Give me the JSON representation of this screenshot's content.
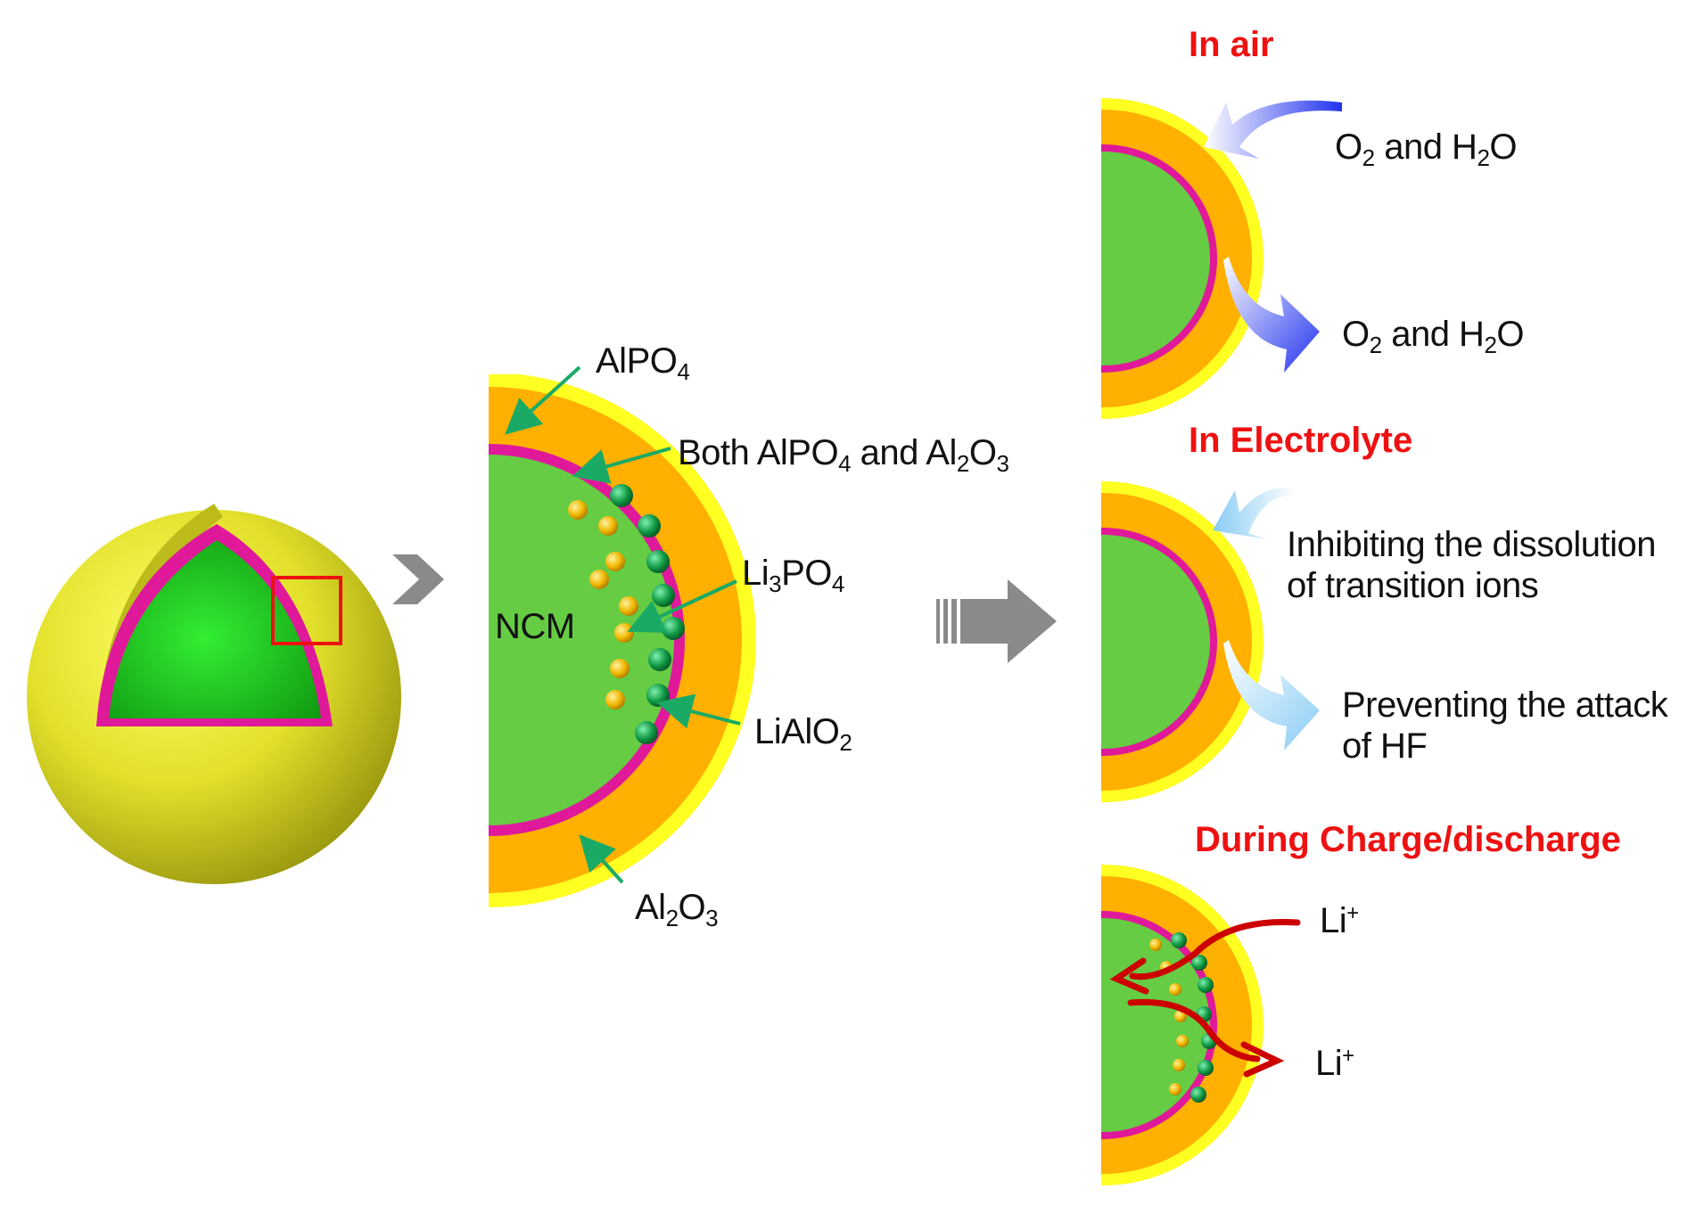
{
  "headers": {
    "in_air": "In air",
    "in_electrolyte": "In Electrolyte",
    "during_charge": "During Charge/discharge"
  },
  "labels": {
    "ncm": "NCM",
    "alpo4": [
      "AlPO",
      "4"
    ],
    "both": [
      "Both AlPO",
      "4",
      " and Al",
      "2",
      "O",
      "3"
    ],
    "li3po4": [
      "Li",
      "3",
      "PO",
      "4"
    ],
    "lialo2": [
      "LiAlO",
      "2"
    ],
    "al2o3": [
      "Al",
      "2",
      "O",
      "3"
    ],
    "o2h2o_top": [
      "O",
      "2",
      " and H",
      "2",
      "O"
    ],
    "o2h2o_bottom": [
      "O",
      "2",
      " and H",
      "2",
      "O"
    ],
    "inhibit_line1": "Inhibiting the dissolution",
    "inhibit_line2": "of transition ions",
    "prevent_line1": "Preventing the attack",
    "prevent_line2": "of HF",
    "li_in": [
      "Li",
      "+"
    ],
    "li_out": [
      "Li",
      "+"
    ]
  },
  "colors": {
    "core_green": "#66cc44",
    "pink_layer": "#e0189a",
    "orange_layer": "#ffb000",
    "yellow_shell": "#ffff22",
    "label_arrow_green": "#1aaa66",
    "header_red": "#ee1111",
    "li_arrow_red": "#cc0000",
    "air_arrow_blue": "#2233ee",
    "electrolyte_arrow_lightblue": "#88ccf5",
    "gray_arrow": "#888888"
  }
}
